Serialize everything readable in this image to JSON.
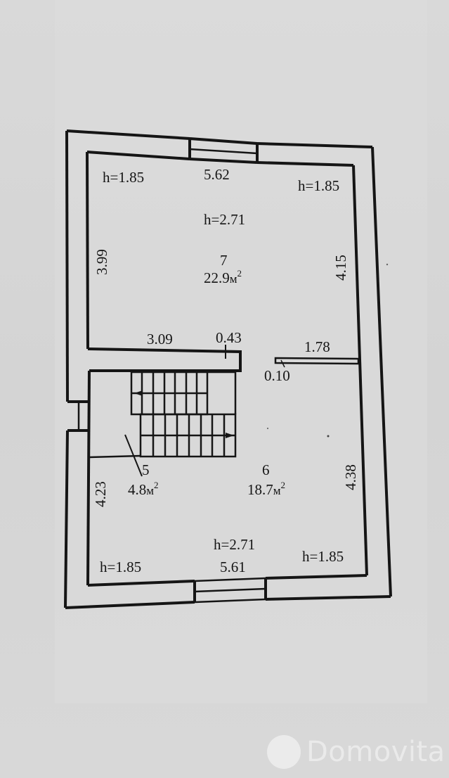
{
  "floor_plan": {
    "rooms": [
      {
        "number": "7",
        "area": "22.9",
        "unit": "м",
        "unit_sup": "2",
        "ceiling_height": "h=2.71"
      },
      {
        "number": "6",
        "area": "18.7",
        "unit": "м",
        "unit_sup": "2",
        "ceiling_height": "h=2.71"
      },
      {
        "number": "5",
        "area": "4.8",
        "unit": "м",
        "unit_sup": "2"
      }
    ],
    "dimensions": {
      "top_width": "5.62",
      "bottom_width": "5.61",
      "room7_left": "3.99",
      "room7_right": "4.15",
      "room7_partition": "3.09",
      "partition_thickness": "0.43",
      "right_partition": "1.78",
      "right_partition_thickness": "0.10",
      "room6_left": "4.23",
      "room6_right": "4.38"
    },
    "heights": {
      "top_left": "h=1.85",
      "top_right": "h=1.85",
      "bottom_left": "h=1.85",
      "bottom_right": "h=1.85",
      "room7_center": "h=2.71",
      "room6_center": "h=2.71"
    }
  },
  "watermark": {
    "brand": "Domovita"
  },
  "colors": {
    "background": "#d6d6d6",
    "line": "#151515",
    "wall_fill": "#d9d9d9",
    "watermark": "#efefef"
  }
}
